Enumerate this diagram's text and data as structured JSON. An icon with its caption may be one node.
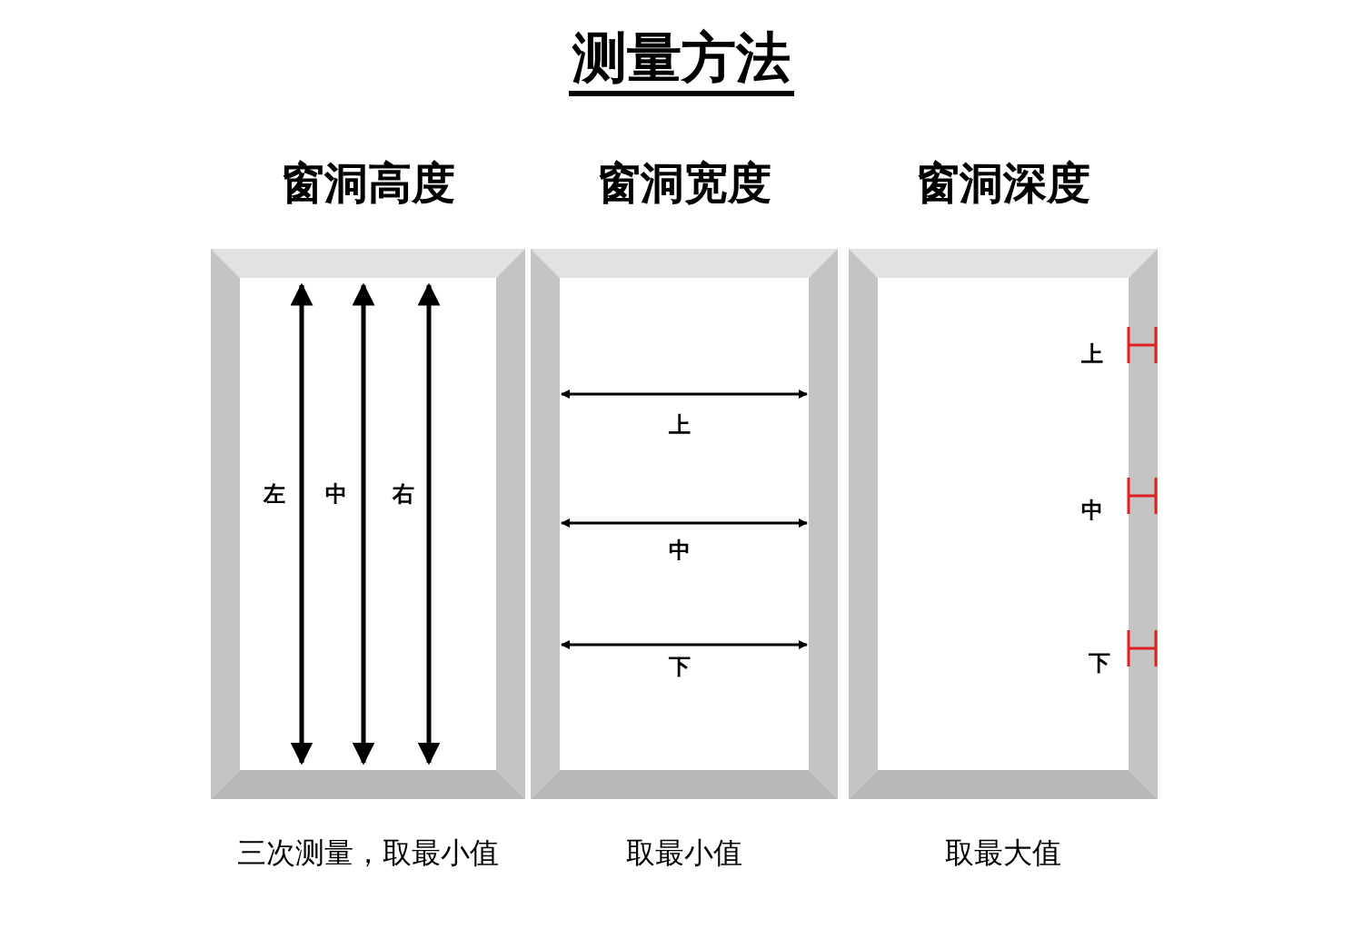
{
  "diagram": {
    "title": "测量方法",
    "nodes": [
      {
        "text": [
          "窗洞高度",
          "左",
          "中",
          "右"
        ],
        "beside": [
          "三次测量，取最小值"
        ]
      },
      {
        "text": [
          "窗洞宽度",
          "上",
          "中",
          "下"
        ],
        "beside": [
          "取最小值"
        ]
      },
      {
        "text": [
          "窗洞深度",
          "上",
          "中",
          "下"
        ],
        "beside": [
          "取最大值"
        ]
      }
    ]
  }
}
